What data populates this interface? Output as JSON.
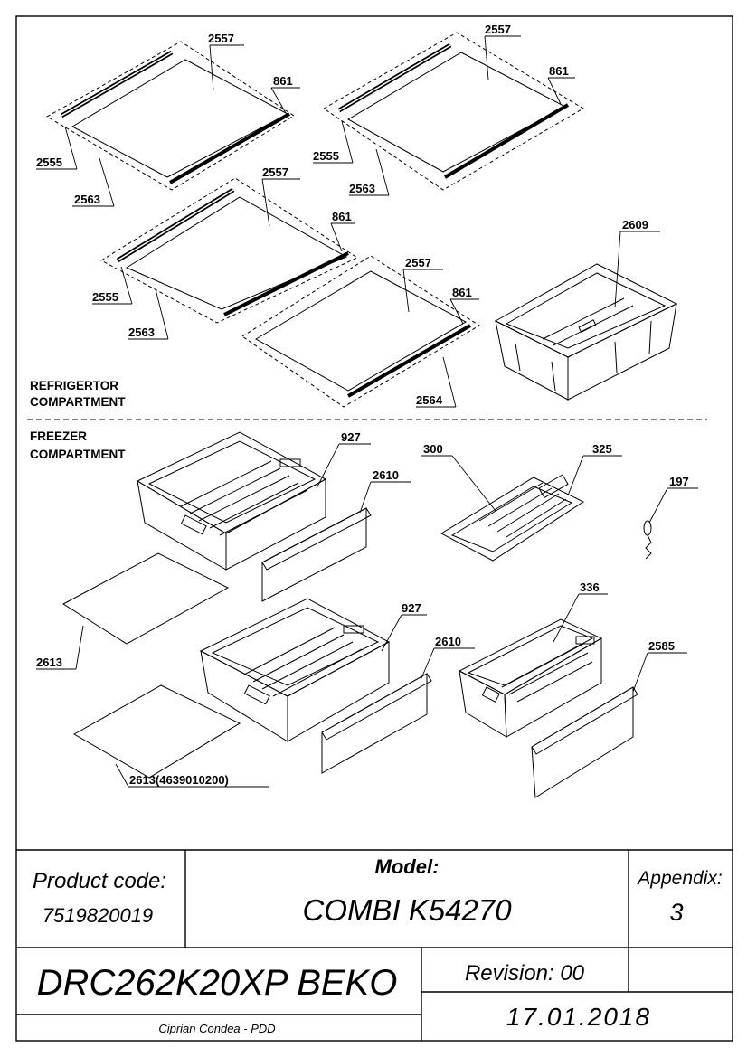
{
  "parts": {
    "shelf1_glass": "2557",
    "shelf1_trim": "861",
    "shelf1_front": "2555",
    "shelf1_frame": "2563",
    "shelf2_glass": "2557",
    "shelf2_trim": "861",
    "shelf2_front": "2555",
    "shelf2_frame": "2563",
    "shelf3_glass": "2557",
    "shelf3_trim": "861",
    "shelf3_front": "2555",
    "shelf3_frame": "2563",
    "shelf4_glass": "2557",
    "shelf4_trim": "861",
    "shelf4_frame": "2564",
    "crisper": "2609",
    "drawer1_body": "927",
    "drawer1_front": "2610",
    "drawer2_body": "927",
    "drawer2_front": "2610",
    "ice_tray": "300",
    "ice_box": "325",
    "scraper": "197",
    "drawer3_body": "336",
    "drawer3_front": "2585",
    "cover1": "2613",
    "cover2": "2613(4639010200)"
  },
  "sections": {
    "fridge_line1": "REFRIGERTOR",
    "fridge_line2": "COMPARTMENT",
    "freezer_line1": "FREEZER",
    "freezer_line2": "COMPARTMENT"
  },
  "title_block": {
    "product_code_label": "Product code:",
    "product_code": "7519820019",
    "model_label": "Model:",
    "model": "COMBI K54270",
    "appendix_label": "Appendix:",
    "appendix": "3",
    "product_name": "DRC262K20XP BEKO",
    "revision": "Revision: 00",
    "author": "Ciprian Condea - PDD",
    "date": "17.01.2018"
  }
}
